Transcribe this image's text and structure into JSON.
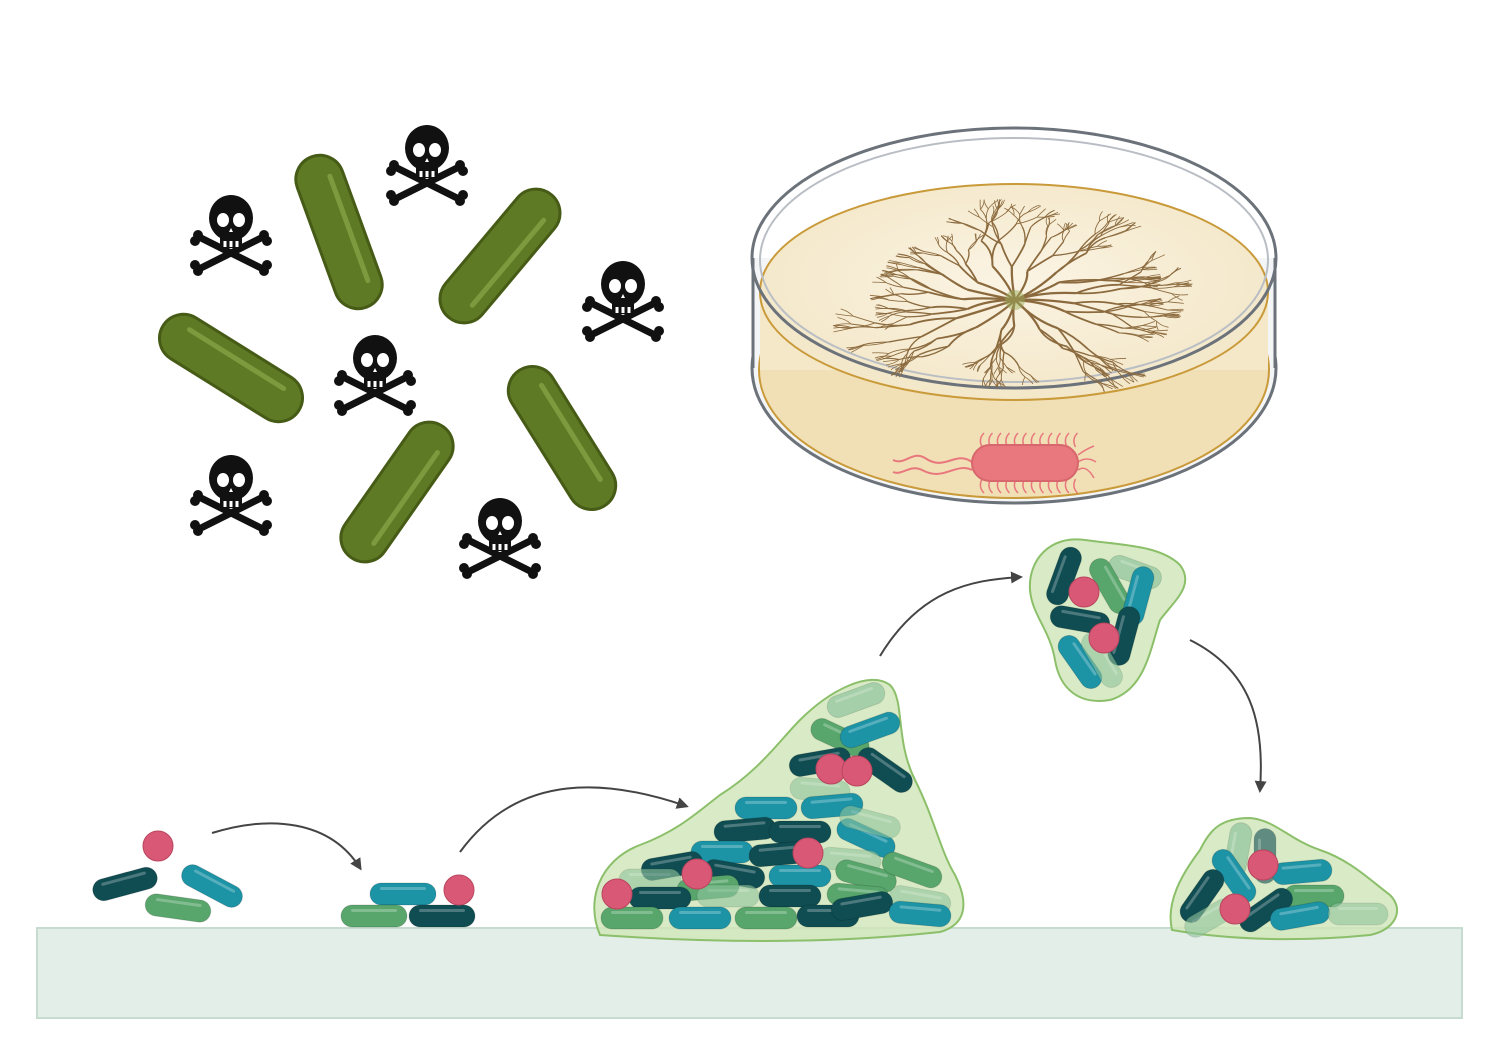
{
  "figure": {
    "panels": [
      {
        "id": "toxic-bacteria",
        "icon": "skull-crossbones-icon"
      },
      {
        "id": "petri-dish",
        "icon": "petri-dish-icon"
      },
      {
        "id": "biofilm-lifecycle",
        "icon": "biofilm-icon"
      }
    ],
    "colors": {
      "rod_olive": "#5f7a25",
      "rod_olive_edge": "#465b16",
      "skull": "#111111",
      "dish_rim": "#6c727a",
      "agar": "#f6edd8",
      "agar_edge": "#c99a3a",
      "hyphae": "#8b6a3e",
      "pink_bacterium": "#e8787d",
      "dark_teal": "#0f4d52",
      "teal": "#1d93a6",
      "green": "#58a66c",
      "light_green": "#8fc49c",
      "pink_cell": "#d95875",
      "matrix_fill": "#cfe6b8",
      "matrix_edge": "#8cbf6a",
      "surface": "#e3eee8",
      "surface_edge": "#c6dccf",
      "arrow": "#444444"
    }
  }
}
